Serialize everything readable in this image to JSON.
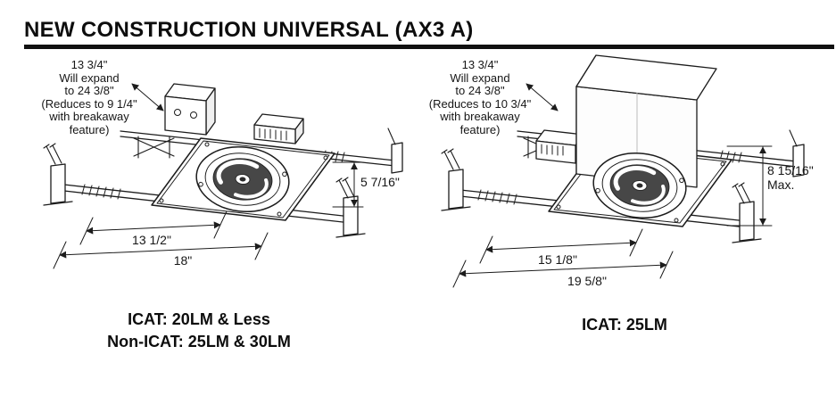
{
  "page": {
    "title": "NEW CONSTRUCTION UNIVERSAL (AX3 A)"
  },
  "left_figure": {
    "note_lines": [
      "13 3/4\"",
      "Will expand",
      "to 24 3/8\"",
      "(Reduces to 9 1/4\"",
      "with breakaway",
      "feature)"
    ],
    "height_dim": "5 7/16\"",
    "width_dim_inner": "13 1/2\"",
    "width_dim_outer": "18\"",
    "caption_lines": [
      "ICAT: 20LM & Less",
      "Non-ICAT: 25LM & 30LM"
    ]
  },
  "right_figure": {
    "note_lines": [
      "13 3/4\"",
      "Will expand",
      "to 24 3/8\"",
      "(Reduces to 10 3/4\"",
      "with breakaway",
      "feature)"
    ],
    "height_dim": "8 15/16\"",
    "height_dim_qualifier": "Max.",
    "width_dim_inner": "15 1/8\"",
    "width_dim_outer": "19 5/8\"",
    "caption_lines": [
      "ICAT: 25LM"
    ]
  },
  "colors": {
    "line": "#1c1c1c",
    "rule": "#111111",
    "aperture_dark": "#474747"
  }
}
